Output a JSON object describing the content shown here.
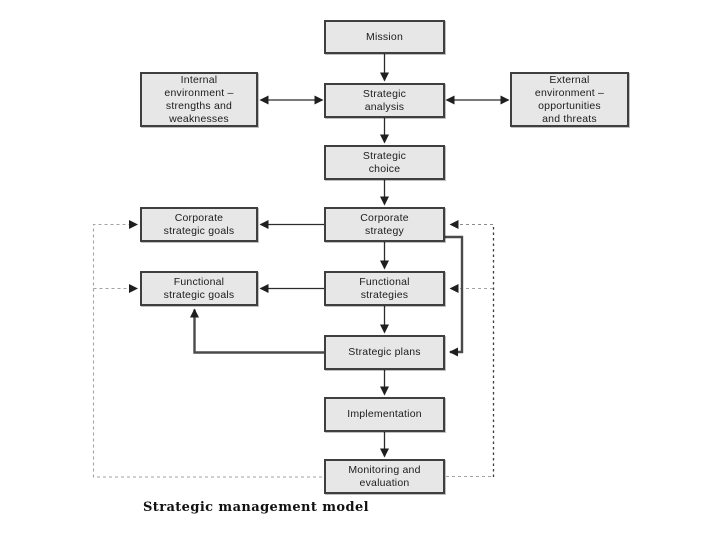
{
  "diagram": {
    "caption": "Strategic management model",
    "nodes": {
      "mission": {
        "label": "Mission"
      },
      "internal_environment": {
        "label": "Internal\nenvironment –\nstrengths and\nweaknesses"
      },
      "strategic_analysis": {
        "label": "Strategic\nanalysis"
      },
      "external_environment": {
        "label": "External\nenvironment –\nopportunities\nand threats"
      },
      "strategic_choice": {
        "label": "Strategic\nchoice"
      },
      "corporate_strategic_goals": {
        "label": "Corporate\nstrategic goals"
      },
      "corporate_strategy": {
        "label": "Corporate\nstrategy"
      },
      "functional_strategic_goals": {
        "label": "Functional\nstrategic goals"
      },
      "functional_strategies": {
        "label": "Functional\nstrategies"
      },
      "strategic_plans": {
        "label": "Strategic plans"
      },
      "implementation": {
        "label": "Implementation"
      },
      "monitoring_evaluation": {
        "label": "Monitoring and\nevaluation"
      }
    },
    "colors": {
      "background": "#ffffff",
      "node_fill": "#e7e7e7",
      "node_border": "#3f3f3f",
      "arrow": "#2b2b2b",
      "thick_connector": "#4a4a4a",
      "dashed_feedback": "#a3a3a3",
      "dashed_feedback_dark": "#3c3c3c"
    }
  }
}
